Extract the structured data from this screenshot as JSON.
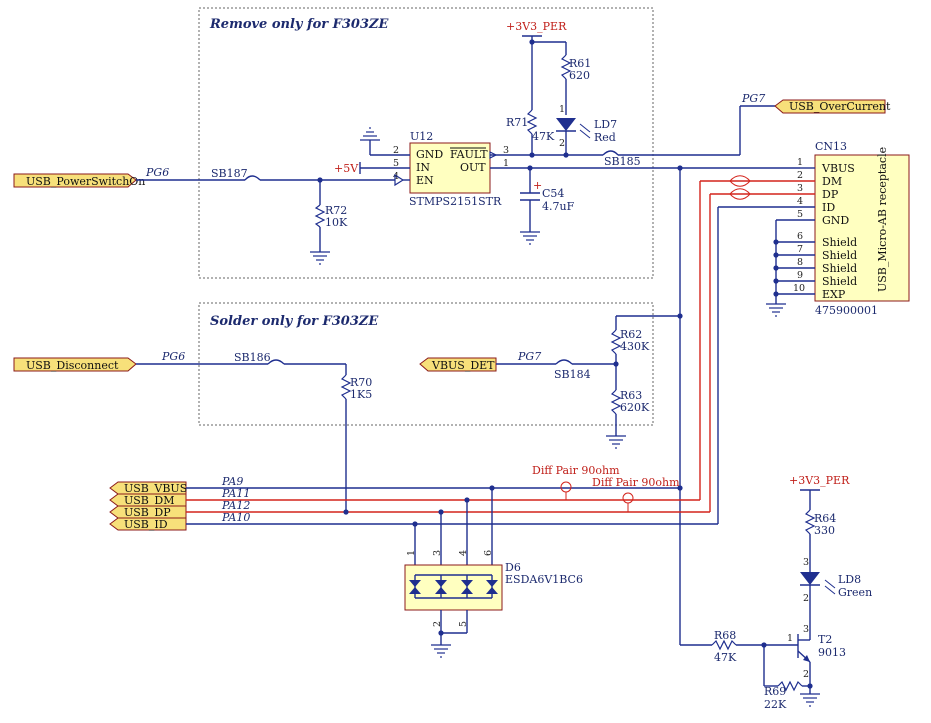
{
  "areas": {
    "remove_f303ze": "Remove only for F303ZE",
    "solder_f303ze": "Solder only for F303ZE"
  },
  "ports": {
    "usb_powerswitchon": "USB_PowerSwitchOn",
    "usb_disconnect": "USB_Disconnect",
    "usb_overcurrent": "USB_OverCurrent",
    "vbus_det": "VBUS_DET",
    "usb_vbus": "USB_VBUS",
    "usb_dm": "USB_DM",
    "usb_dp": "USB_DP",
    "usb_id": "USB_ID"
  },
  "nets": {
    "pg6_a": "PG6",
    "pg6_b": "PG6",
    "pg7_a": "PG7",
    "pg7_b": "PG7",
    "pa9": "PA9",
    "pa11": "PA11",
    "pa12": "PA12",
    "pa10": "PA10"
  },
  "power": {
    "v3v3_per_top": "+3V3_PER",
    "v3v3_per_bottom": "+3V3_PER",
    "v5": "+5V"
  },
  "diff_pairs": {
    "dp1": "Diff Pair 90ohm",
    "dp2": "Diff Pair 90ohm"
  },
  "solder_bridges": {
    "sb187": "SB187",
    "sb185": "SB185",
    "sb186": "SB186",
    "sb184": "SB184"
  },
  "u12": {
    "ref": "U12",
    "part": "STMPS2151STR",
    "pins": {
      "gnd_name": "GND",
      "gnd_num": "2",
      "in_name": "IN",
      "in_num": "5",
      "en_name": "EN",
      "en_num": "4",
      "fault_name": "FAULT",
      "fault_num": "3",
      "out_name": "OUT",
      "out_num": "1"
    }
  },
  "resistors": {
    "r61": {
      "ref": "R61",
      "value": "620"
    },
    "r71": {
      "ref": "R71",
      "value": "47K"
    },
    "r72": {
      "ref": "R72",
      "value": "10K"
    },
    "r62": {
      "ref": "R62",
      "value": "430K"
    },
    "r63": {
      "ref": "R63",
      "value": "620K"
    },
    "r70": {
      "ref": "R70",
      "value": "1K5"
    },
    "r64": {
      "ref": "R64",
      "value": "330"
    },
    "r68": {
      "ref": "R68",
      "value": "47K"
    },
    "r69": {
      "ref": "R69",
      "value": "22K"
    }
  },
  "c54": {
    "ref": "C54",
    "value": "4.7uF"
  },
  "ld7": {
    "ref": "LD7",
    "color": "Red",
    "pin1": "1",
    "pin2": "2"
  },
  "ld8": {
    "ref": "LD8",
    "color": "Green",
    "pin3": "3",
    "pin2": "2"
  },
  "t2": {
    "ref": "T2",
    "part": "9013",
    "pin1": "1",
    "pin2": "2",
    "pin3": "3"
  },
  "d6": {
    "ref": "D6",
    "part": "ESDA6V1BC6",
    "top_pins": [
      "1",
      "3",
      "4",
      "6"
    ],
    "bottom_pins": [
      "2",
      "5"
    ]
  },
  "cn13": {
    "ref": "CN13",
    "part": "475900001",
    "title": "USB_Micro-AB receptacle",
    "pins": [
      {
        "num": "1",
        "name": "VBUS"
      },
      {
        "num": "2",
        "name": "DM"
      },
      {
        "num": "3",
        "name": "DP"
      },
      {
        "num": "4",
        "name": "ID"
      },
      {
        "num": "5",
        "name": "GND"
      },
      {
        "num": "6",
        "name": "Shield"
      },
      {
        "num": "7",
        "name": "Shield"
      },
      {
        "num": "8",
        "name": "Shield"
      },
      {
        "num": "9",
        "name": "Shield"
      },
      {
        "num": "10",
        "name": "EXP"
      }
    ]
  },
  "colors": {
    "wire": "#1f2f8f",
    "diff_wire": "#d4241c",
    "component_fill": "#ffffc0",
    "port_fill": "#f7e07a",
    "label": "#1c2a6e"
  }
}
